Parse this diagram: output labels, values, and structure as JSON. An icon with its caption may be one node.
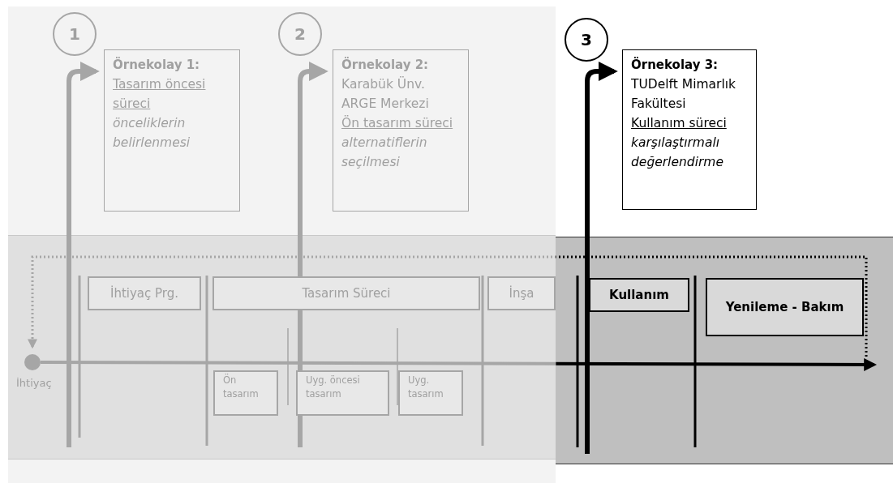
{
  "diagram": {
    "nodes": [
      {
        "text": [
          "1"
        ]
      },
      {
        "text": [
          "Örnekolay 1:",
          "Tasarım öncesi süreci",
          "önceliklerin belirlenmesi"
        ]
      },
      {
        "text": [
          "2"
        ]
      },
      {
        "text": [
          "Örnekolay 2:",
          "Karabük Ünv. ARGE Merkezi",
          "Ön tasarım süreci",
          "alternatiflerin seçilmesi"
        ]
      },
      {
        "text": [
          "3"
        ]
      },
      {
        "text": [
          "Örnekolay 3:",
          "TUDelft Mimarlık Fakültesi",
          "Kullanım süreci",
          "karşılaştırmalı değerlendirme"
        ]
      },
      {
        "text": [
          "İhtiyaç Prg."
        ]
      },
      {
        "text": [
          "Tasarım Süreci"
        ]
      },
      {
        "text": [
          "İnşa"
        ]
      },
      {
        "text": [
          "Kullanım"
        ]
      },
      {
        "text": [
          "Yenileme - Bakım"
        ]
      },
      {
        "text": [
          "Ön tasarım"
        ]
      },
      {
        "text": [
          "Uyg. öncesi tasarım"
        ]
      },
      {
        "text": [
          "Uyg. tasarım"
        ]
      },
      {
        "text": [],
        "shape": "circle",
        "beside": [
          "İhtiyaç"
        ]
      }
    ],
    "edges": [
      {
        "from": null,
        "to": 1,
        "arrow": "to",
        "color": "#a6a6a6"
      },
      {
        "from": null,
        "to": 3,
        "arrow": "to",
        "color": "#a6a6a6"
      },
      {
        "from": null,
        "to": 5,
        "arrow": "to"
      },
      {
        "from": 14,
        "to": null,
        "arrow": "to"
      },
      {
        "from": null,
        "to": 14,
        "arrow": "to",
        "style": "dashed"
      }
    ]
  }
}
